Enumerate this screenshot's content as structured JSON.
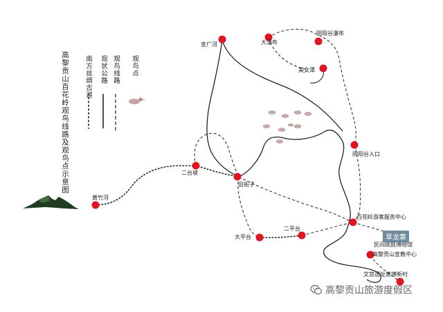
{
  "title": "高黎贡山百花岭观鸟线路及观鸟点示意图",
  "legend": {
    "bird_point": "观鸟点",
    "bird_route": "观鸟线路",
    "current_road": "现状公路",
    "southern_silk_road": "南方丝绸古道"
  },
  "points": {
    "jinchanghe": "金厂河",
    "dabushe": "大瀑布",
    "yangyanggu_waterfall": "阴阳谷瀑布",
    "meinvtan": "美女潭",
    "yinyanggu_entrance": "阴阳谷入口",
    "ertaipo": "二台坡",
    "jiujiezi": "旧街子",
    "huangzhuhe": "黄竹河",
    "bahualing_center": "百花岭游客服务中心",
    "ertaizhen": "二平台",
    "dataizhen": "大平台",
    "museum": "民间跳鼓博物馆",
    "edu_center": "高黎贡山宣教中心",
    "village": "文宫遗址黄博新村"
  },
  "tag_hanlong": "旱龙寨",
  "watermark": "高黎贡山旅游度假区",
  "colors": {
    "point": "#e01522",
    "line": "#222222",
    "mountain": "#1f3b22"
  }
}
